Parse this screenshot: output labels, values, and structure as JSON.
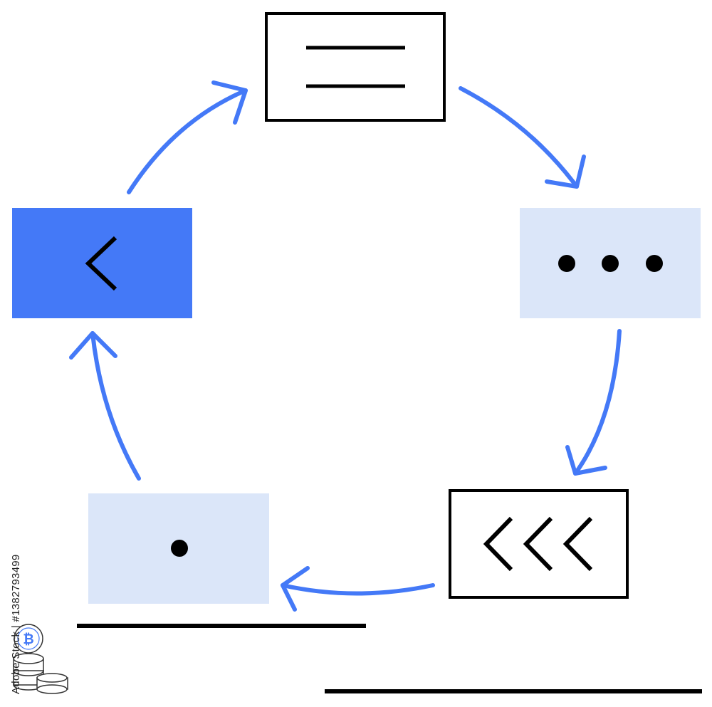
{
  "colors": {
    "accent": "#4479f7",
    "light_fill": "#dbe6f9",
    "stroke": "#000000",
    "background": "#ffffff"
  },
  "nodes": [
    {
      "id": "top",
      "icon": "menu-lines-icon",
      "style": "outlined"
    },
    {
      "id": "right",
      "icon": "ellipsis-icon",
      "style": "light-fill"
    },
    {
      "id": "bottom-right",
      "icon": "triple-chevron-left-icon",
      "style": "outlined"
    },
    {
      "id": "bottom-left",
      "icon": "dot-icon",
      "style": "light-fill"
    },
    {
      "id": "left",
      "icon": "chevron-left-icon",
      "style": "accent-fill"
    }
  ],
  "cycle_arrows": [
    {
      "from": "top",
      "to": "right"
    },
    {
      "from": "right",
      "to": "bottom-right"
    },
    {
      "from": "bottom-right",
      "to": "bottom-left"
    },
    {
      "from": "bottom-left",
      "to": "left"
    },
    {
      "from": "left",
      "to": "top"
    }
  ],
  "watermark": {
    "text": "Adobe Stock | #1382793499",
    "icon": "bitcoin-coins-icon"
  }
}
